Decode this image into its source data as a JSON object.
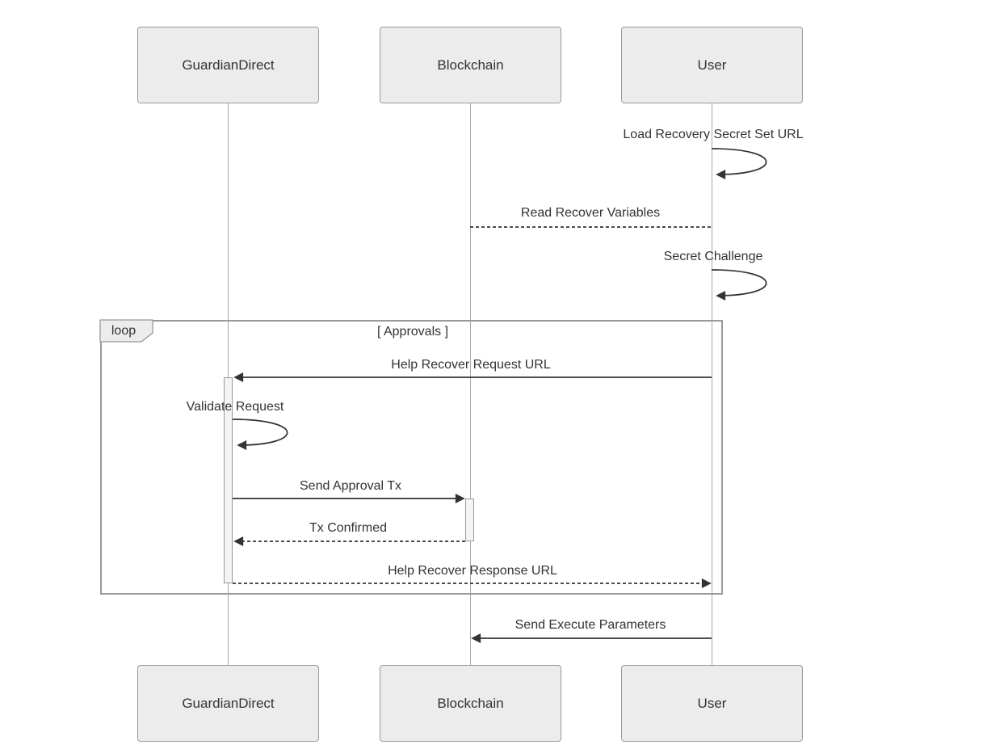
{
  "diagram": {
    "type": "sequence-diagram",
    "actors": [
      {
        "id": "guardiandirect",
        "label": "GuardianDirect"
      },
      {
        "id": "blockchain",
        "label": "Blockchain"
      },
      {
        "id": "user",
        "label": "User"
      }
    ],
    "loop": {
      "keyword": "loop",
      "condition": "[ Approvals ]"
    },
    "messages": [
      {
        "from": "User",
        "to": "User",
        "label": "Load Recovery Secret Set URL",
        "line": "solid",
        "arrowhead": true,
        "self": true
      },
      {
        "from": "User",
        "to": "Blockchain",
        "label": "Read Recover Variables",
        "line": "dashed",
        "arrowhead": false,
        "self": false
      },
      {
        "from": "User",
        "to": "User",
        "label": "Secret Challenge",
        "line": "solid",
        "arrowhead": true,
        "self": true
      },
      {
        "from": "User",
        "to": "GuardianDirect",
        "label": "Help Recover Request URL",
        "line": "solid",
        "arrowhead": true,
        "self": false,
        "in_loop": true
      },
      {
        "from": "GuardianDirect",
        "to": "GuardianDirect",
        "label": "Validate Request",
        "line": "solid",
        "arrowhead": true,
        "self": true,
        "in_loop": true
      },
      {
        "from": "GuardianDirect",
        "to": "Blockchain",
        "label": "Send Approval Tx",
        "line": "solid",
        "arrowhead": true,
        "self": false,
        "in_loop": true
      },
      {
        "from": "Blockchain",
        "to": "GuardianDirect",
        "label": "Tx Confirmed",
        "line": "dashed",
        "arrowhead": true,
        "self": false,
        "in_loop": true
      },
      {
        "from": "GuardianDirect",
        "to": "User",
        "label": "Help Recover Response URL",
        "line": "dashed",
        "arrowhead": true,
        "self": false,
        "in_loop": true
      },
      {
        "from": "User",
        "to": "Blockchain",
        "label": "Send Execute Parameters",
        "line": "solid",
        "arrowhead": true,
        "self": false
      }
    ],
    "colors": {
      "background": "#ffffff",
      "actor_fill": "#ececec",
      "actor_border": "#999999",
      "lifeline": "#a8a8a8",
      "loop_border": "#9a9a9a",
      "arrow": "#333333",
      "text": "#333333",
      "activation_fill": "#f4f4f4"
    }
  }
}
